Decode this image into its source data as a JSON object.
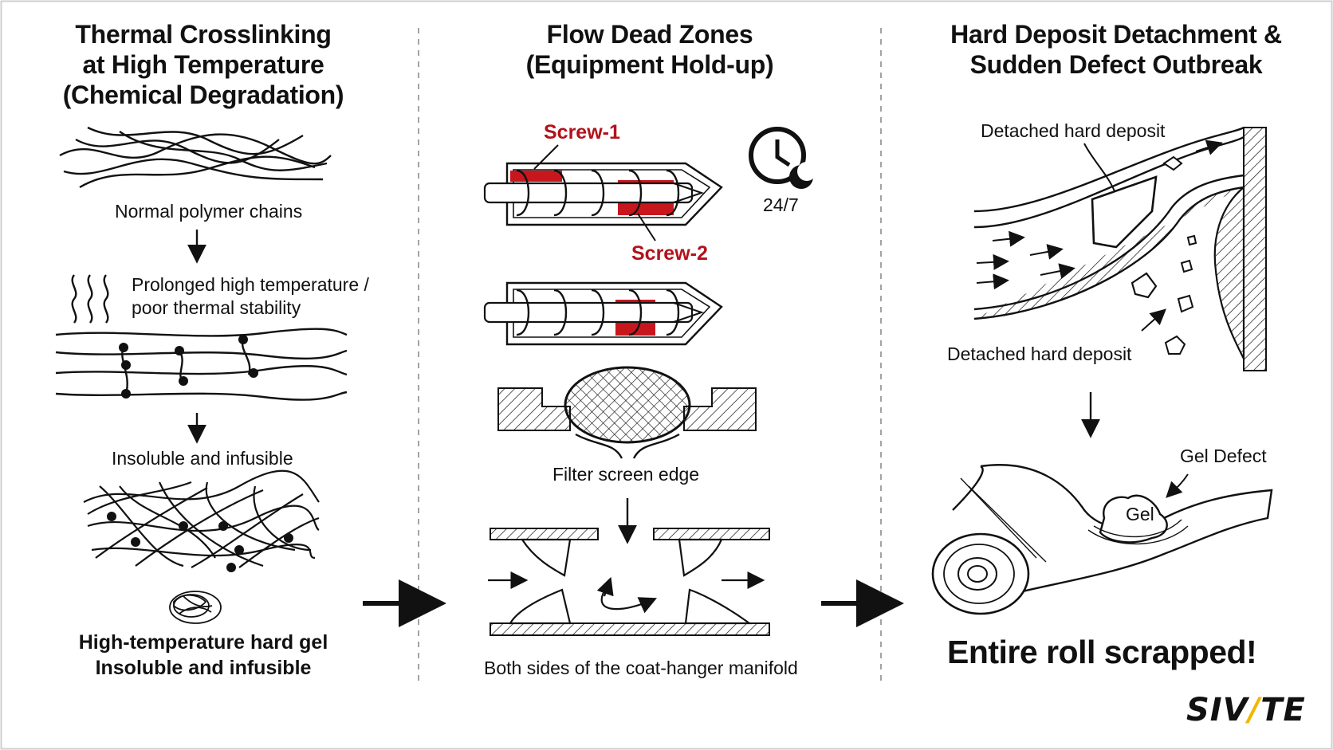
{
  "panel1": {
    "title_line1": "Thermal Crosslinking",
    "title_line2": "at High Temperature",
    "title_line3": "(Chemical Degradation)",
    "label_normal": "Normal polymer chains",
    "label_heat_line1": "Prolonged high temperature /",
    "label_heat_line2": "poor thermal stability",
    "label_insoluble": "Insoluble and infusible",
    "caption_line1": "High-temperature hard gel",
    "caption_line2": "Insoluble and infusible"
  },
  "panel2": {
    "title_line1": "Flow Dead Zones",
    "title_line2": "(Equipment Hold-up)",
    "screw1": "Screw-1",
    "screw2": "Screw-2",
    "clock_label": "24/7",
    "filter_label": "Filter screen edge",
    "manifold_label": "Both sides of the coat-hanger manifold"
  },
  "panel3": {
    "title_line1": "Hard Deposit Detachment &",
    "title_line2": "Sudden Defect Outbreak",
    "deposit_top": "Detached hard deposit",
    "deposit_bottom": "Detached hard deposit",
    "gel_defect": "Gel Defect",
    "gel": "Gel",
    "scrapped": "Entire roll scrapped!"
  },
  "logo": {
    "left": "SIV",
    "accent": "/",
    "right": "TE",
    "accent_color": "#f2b705"
  },
  "colors": {
    "highlight_red": "#c8161d",
    "ink": "#111111"
  }
}
